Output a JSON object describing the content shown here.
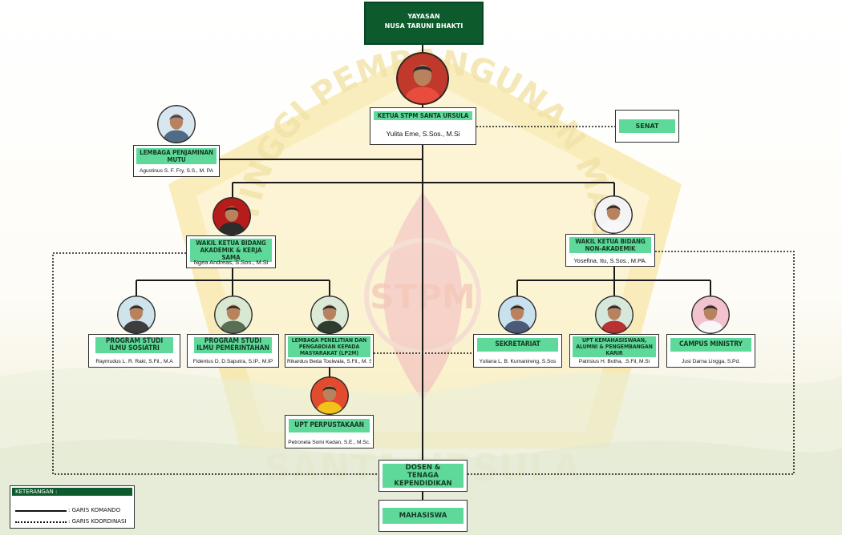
{
  "yayasan": {
    "line1": "YAYASAN",
    "line2": "NUSA TARUNI BHAKTI"
  },
  "ketua": {
    "title": "KETUA STPM SANTA URSULA",
    "name": "Yulita Eme, S.Sos., M.Si"
  },
  "senat": {
    "title": "SENAT"
  },
  "lpm": {
    "title": "LEMBAGA PENJAMINAN MUTU",
    "name": "Agustinus S. F. Fry, S.S., M. PA"
  },
  "wakil1": {
    "title": "WAKIL KETUA BIDANG AKADEMIK & KERJA SAMA",
    "name": "Ngea Andreas, S.Sos., M.Si"
  },
  "wakil2": {
    "title": "WAKIL KETUA BIDANG NON-AKADEMIK",
    "name": "Yosefina, Itu, S.Sos., M.PA."
  },
  "prodi1": {
    "title": "PROGRAM STUDI ILMU SOSIATRI",
    "name": "Raymudus L. R. Raki, S.Fil., M.A"
  },
  "prodi2": {
    "title": "PROGRAM STUDI ILMU PEMERINTAHAN",
    "name": "Fidentus D. D.Saputra, S.IP., M.IP"
  },
  "lp2m": {
    "title": "LEMBAGA PENELITIAN DAN PENGABDIAN KEPADA MASYARAKAT (LP2M)",
    "name": "Rikardus Beda Toulwala, S.Fil., M. Si"
  },
  "sekretariat": {
    "title": "SEKRETARIAT",
    "name": "Yuliana L. B. Kumanireng, S.Sos"
  },
  "uptkmh": {
    "title": "UPT KEMAHASISWAAN, ALUMNI & PENGEMBANGAN KARIR",
    "name": "Patrisius H. Botha, .S.Fil, M.Si"
  },
  "campus": {
    "title": "CAMPUS MINISTRY",
    "name": "Jusi Darna Lingga, S.Pd."
  },
  "perpus": {
    "title": "UPT PERPUSTAKAAN",
    "name": "Petronela Somi Kedan, S.E., M.Sc."
  },
  "dosen": {
    "title": "DOSEN & TENAGA KEPENDIDIKAN"
  },
  "mahasiswa": {
    "title": "MAHASISWA"
  },
  "legend": {
    "title": "KETERANGAN :",
    "komando": ": GARIS KOMANDO",
    "koordinasi": ": GARIS KOORDINASI"
  },
  "watermark": {
    "arc_text": "SEKOLAH TINGGI PEMBANGUNAN MASYARAKAT",
    "center_text": "STPM",
    "bottom_text": "SANTA URSULA"
  },
  "colors": {
    "dark_green": "#0d5a2c",
    "label_green": "#5fd99a",
    "logo_yellow": "#f7e08a",
    "logo_red": "#f2b3a6"
  },
  "icons": {
    "person_photo": "person-photo-icon"
  }
}
